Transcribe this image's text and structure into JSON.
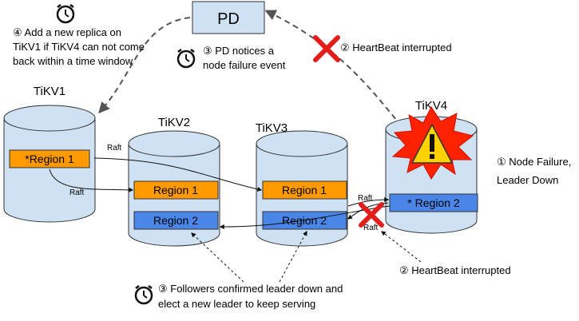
{
  "pd": {
    "label": "PD"
  },
  "nodes": [
    {
      "id": "tikv1",
      "label": "TiKV1"
    },
    {
      "id": "tikv2",
      "label": "TiKV2"
    },
    {
      "id": "tikv3",
      "label": "TiKV3"
    },
    {
      "id": "tikv4",
      "label": "TiKV4"
    }
  ],
  "regions": {
    "tikv1_r1": "*Region 1",
    "tikv2_r1": "Region 1",
    "tikv2_r2": "Region 2",
    "tikv3_r1": "Region 1",
    "tikv3_r2": "Region 2",
    "tikv4_r2": "* Region 2"
  },
  "raft_label": "Raft",
  "annotations": {
    "step4_line1": "④ Add a new replica on",
    "step4_line2": "TiKV1 if TiKV4 can not come",
    "step4_line3": "back within a time window",
    "step3_pd_line1": "③ PD notices a",
    "step3_pd_line2": "node failure event",
    "heartbeat_top": "② HeartBeat interrupted",
    "node_failure_line1": "① Node Failure,",
    "node_failure_line2": "Leader Down",
    "heartbeat_bottom": "② HeartBeat interrupted",
    "followers_line1": "③ Followers confirmed leader down and",
    "followers_line2": "elect a new leader to keep serving"
  },
  "colors": {
    "cylinder_fill": "#cfe2f3",
    "leader_region": "#ff9900",
    "follower_region": "#4a86e8",
    "cross": "#e31c1c",
    "warning_burst": "#ff2200",
    "warning_triangle": "#ffd200"
  }
}
